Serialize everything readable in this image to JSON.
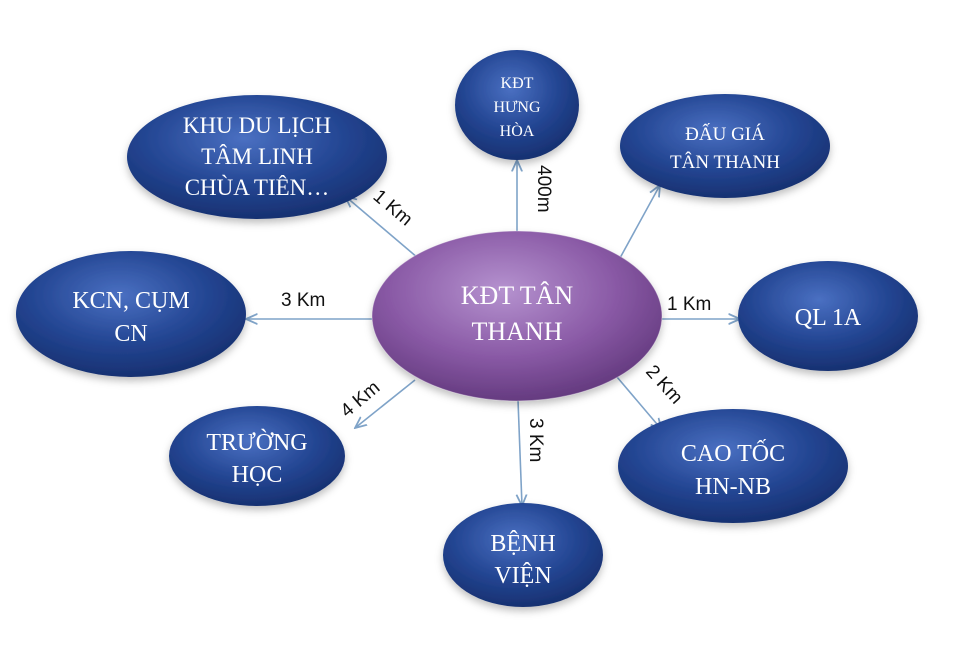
{
  "center": {
    "lines": [
      "KĐT TÂN",
      "THANH"
    ],
    "color": "#7d4e98"
  },
  "satellites": [
    {
      "id": "hung-hoa",
      "lines": [
        "KĐT",
        "HƯNG",
        "HÒA"
      ],
      "distance": "400m"
    },
    {
      "id": "dau-gia",
      "lines": [
        "ĐẤU GIÁ",
        "TÂN THANH"
      ],
      "distance": ""
    },
    {
      "id": "ql1a",
      "lines": [
        "QL 1A"
      ],
      "distance": "1 Km"
    },
    {
      "id": "cao-toc",
      "lines": [
        "CAO TỐC",
        "HN-NB"
      ],
      "distance": "2 Km"
    },
    {
      "id": "benh-vien",
      "lines": [
        "BỆNH",
        "VIỆN"
      ],
      "distance": "3 Km"
    },
    {
      "id": "truong-hoc",
      "lines": [
        "TRƯỜNG",
        "HỌC"
      ],
      "distance": "4 Km"
    },
    {
      "id": "kcn",
      "lines": [
        "KCN, CỤM",
        "CN"
      ],
      "distance": "3 Km"
    },
    {
      "id": "khu-du-lich",
      "lines": [
        "KHU DU LỊCH",
        "TÂM LINH",
        "CHÙA TIÊN…"
      ],
      "distance": "1 Km"
    }
  ],
  "colors": {
    "satellite": "#1f3f8a",
    "satellite_highlight": "#3f64b8",
    "center": "#7d4e98",
    "center_highlight": "#a883c2",
    "connector": "#7fa3c8"
  }
}
